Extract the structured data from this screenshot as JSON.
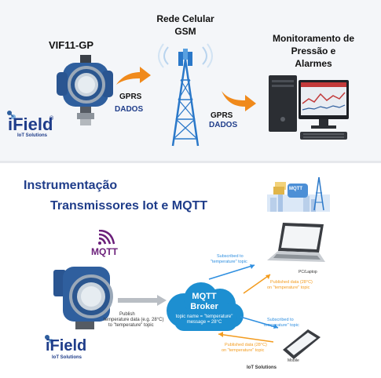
{
  "top": {
    "device_label": "VIF11-GP",
    "network_title_line1": "Rede Celular",
    "network_title_line2": "GSM",
    "monitor_title_line1": "Monitoramento de",
    "monitor_title_line2": "Pressão e",
    "monitor_title_line3": "Alarmes",
    "link1_line1": "GPRS",
    "link1_line2": "DADOS",
    "link2_line1": "GPRS",
    "link2_line2": "DADOS",
    "logo_text": "iField",
    "logo_tm": "®",
    "logo_sub": "IoT Solutions"
  },
  "bottom": {
    "title_line1": "Instrumentação",
    "title_line2": "Transmissores Iot e MQTT",
    "mqtt_logo_text": "MQTT",
    "mqtt_badge_text": "MQTT",
    "broker_line1": "MQTT",
    "broker_line2": "Broker",
    "broker_topic": "topic name = \"temperature\"",
    "broker_message": "message = 28°C",
    "publish_line1": "Publish",
    "publish_line2": "temperature data (e.g. 28°C)",
    "publish_line3": "to \"temperature\" topic",
    "sub_pc_line1": "Subscribed to",
    "sub_pc_line2": "\"temperature\" topic",
    "pc_label": "PC/Laptop",
    "pub_pc_line1": "Published data (28°C)",
    "pub_pc_line2": "on \"temperature\" topic",
    "sub_mobile_line1": "Subscribed to",
    "sub_mobile_line2": "\"temperature\" topic",
    "pub_mobile_line1": "Published data (28°C)",
    "pub_mobile_line2": "on \"temperature\" topic",
    "mobile_label": "Mobile",
    "logo_text": "iField",
    "logo_sub": "IoT Solutions",
    "footer_cut_text": "IoT Solutions"
  },
  "colors": {
    "transmitter_blue": "#2f5f9e",
    "arrow_orange": "#f08a1c",
    "tower_blue": "#2a78c9",
    "title_blue": "#1f3d8a",
    "broker_blue": "#1d8fd1",
    "publish_orange": "#f39c1f",
    "subscribe_blue": "#2f8fe0"
  }
}
